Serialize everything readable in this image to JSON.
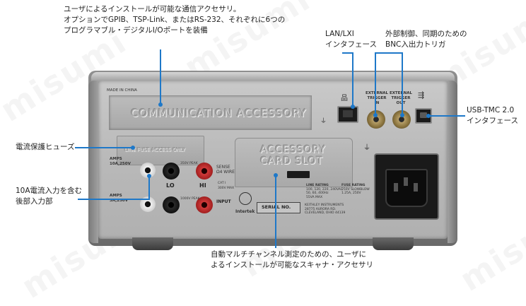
{
  "callouts": {
    "comm_accessory": [
      "ユーザによるインストールが可能な通信アクセサリ。",
      "オプションでGPIB、TSP-Link、またはRS-232、それぞれに6つの",
      "プログラマブル・デジタルI/Oポートを装備"
    ],
    "lan": [
      "LAN/LXI",
      "インタフェース"
    ],
    "trigger": [
      "外部制御、同期のための",
      "BNC入出力トリガ"
    ],
    "usb": [
      "USB-TMC 2.0",
      "インタフェース"
    ],
    "fuse": [
      "電流保護ヒューズ"
    ],
    "amps10": [
      "10A電流入力を含む",
      "後部入力部"
    ],
    "scanner": [
      "自動マルチチャンネル測定のための、ユーザに",
      "よるインストールが可能なスキャナ・アクセサリ"
    ]
  },
  "panel": {
    "made_in": "MADE IN CHINA",
    "comm_slot": "COMMUNICATION ACCESSORY",
    "card_slot_line1": "ACCESSORY",
    "card_slot_line2": "CARD SLOT",
    "fuse_text": "LINE FUSE ACCESS ONLY",
    "ext_trig_in": [
      "EXTERNAL",
      "TRIGGER",
      "IN"
    ],
    "ext_trig_out": [
      "EXTERNAL",
      "TRIGGER",
      "OUT"
    ],
    "amps_top": [
      "AMPS",
      "10A,250V"
    ],
    "amps_bottom": [
      "AMPS",
      "3A,250V"
    ],
    "sense": [
      "SENSE",
      "Ω4 WIRE"
    ],
    "lo": "LO",
    "hi": "HI",
    "input": "INPUT",
    "cat": [
      "CAT I",
      "300V MAX"
    ],
    "intertek": "Intertek",
    "serial": "SERIAL NO.",
    "line_rating": [
      "LINE RATING",
      "100, 120, 220, 240VAC",
      "50, 60, 400Hz",
      "55VA MAX"
    ],
    "fuse_rating": [
      "FUSE RATING",
      "250V SLOWBLOW",
      "1.25A, 250V"
    ],
    "address": [
      "KEITHLEY INSTRUMENTS",
      "28775 AURORA RD.",
      "CLEVELAND, OHIO 44139"
    ],
    "v350": "350V PEAK",
    "v1000": "1000V PEAK"
  },
  "watermark": "misumi",
  "colors": {
    "leader": "#1e78c8",
    "panel": "#a9a9a9",
    "red_jack": "#c42a2a",
    "black_jack": "#1b1b1b"
  }
}
